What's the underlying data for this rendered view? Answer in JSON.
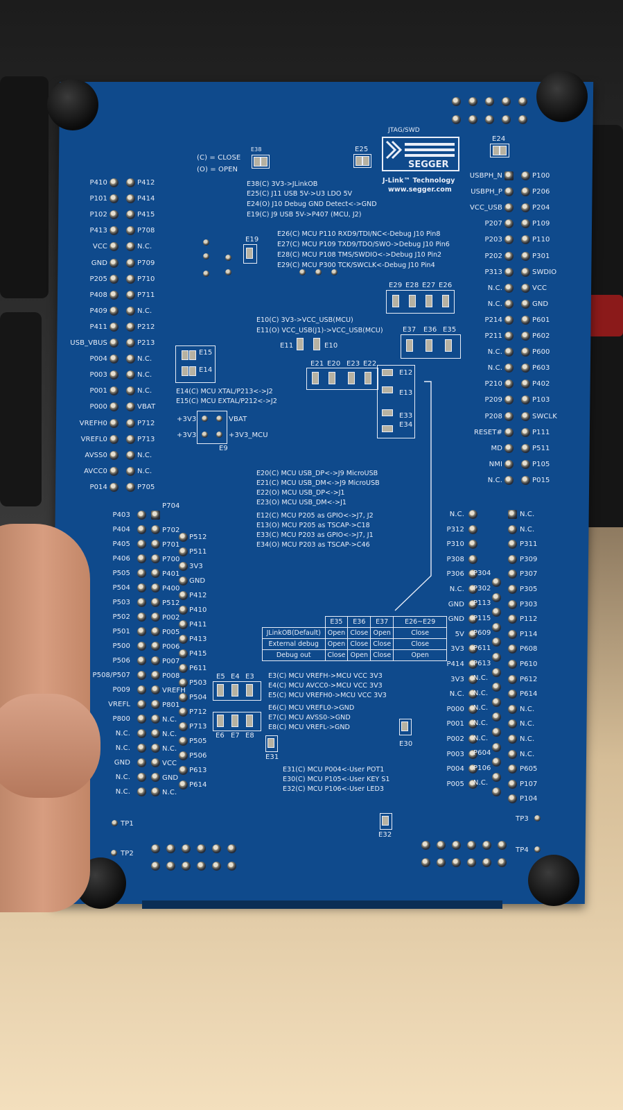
{
  "silkscreen": {
    "legend": [
      "(C) = CLOSE",
      "(O) = OPEN"
    ],
    "jlink_brand": {
      "header": "JTAG/SWD",
      "logo": "SEGGER",
      "tagline": "J-Link™ Technology",
      "url": "www.segger.com"
    },
    "jumper_notes_top": [
      "E38(C)  3V3->JLinkOB",
      "E25(C)  J11 USB 5V->U3 LDO 5V",
      "E24(O)  J10 Debug GND Detect<->GND",
      "E19(C)  J9 USB 5V->P407 (MCU, J2)"
    ],
    "jumper_notes_debug": [
      "E26(C)  MCU P110 RXD9/TDI/NC<-Debug J10 Pin8",
      "E27(C)  MCU P109 TXD9/TDO/SWO->Debug J10 Pin6",
      "E28(C)  MCU P108 TMS/SWDIO<->Debug J10 Pin2",
      "E29(C)  MCU P300 TCK/SWCLK<-Debug J10 Pin4"
    ],
    "jumper_notes_vcc": [
      "E10(C)  3V3->VCC_USB(MCU)",
      "E11(O)  VCC_USB(J1)->VCC_USB(MCU)"
    ],
    "jumper_notes_xtal": [
      "E14(C)  MCU XTAL/P213<->J2",
      "E15(C)  MCU EXTAL/P212<->J2"
    ],
    "jumper_notes_usb": [
      "E20(C)  MCU USB_DP<->J9 MicroUSB",
      "E21(C)  MCU USB_DM<->J9 MicroUSB",
      "E22(O)  MCU USB_DP<->J1",
      "E23(O)  MCU USB_DM<->J1"
    ],
    "jumper_notes_tscap": [
      "E12(C)  MCU P205 as GPIO<->J7, J2",
      "E13(O)  MCU P205 as TSCAP->C18",
      "E33(C)  MCU P203 as GPIO<->J7, J1",
      "E34(O)  MCU P203 as TSCAP->C46"
    ],
    "jumper_notes_analog": [
      "E3(C)  MCU VREFH->MCU VCC 3V3",
      "E4(C)  MCU AVCC0->MCU VCC 3V3",
      "E5(C)  MCU VREFH0->MCU VCC 3V3"
    ],
    "jumper_notes_gnd": [
      "E6(C)  MCU VREFL0->GND",
      "E7(C)  MCU AVSS0->GND",
      "E8(C)  MCU VREFL->GND"
    ],
    "jumper_notes_user": [
      "E31(C)  MCU P004<-User POT1",
      "E30(C)  MCU P105<-User KEY S1",
      "E32(C)  MCU P106<-User LED3"
    ],
    "debug_table": {
      "header": [
        "",
        "E35",
        "E36",
        "E37",
        "E26~E29"
      ],
      "rows": [
        [
          "JLinkOB(Default)",
          "Open",
          "Close",
          "Open",
          "Close"
        ],
        [
          "External debug",
          "Open",
          "Close",
          "Close",
          "Close"
        ],
        [
          "Debug out",
          "Close",
          "Open",
          "Close",
          "Open"
        ]
      ]
    },
    "jumper_labels": {
      "E38": "E38",
      "E25": "E25",
      "E24": "E24",
      "E19": "E19",
      "E29": "E29",
      "E28": "E28",
      "E27": "E27",
      "E26": "E26",
      "E37": "E37",
      "E36": "E36",
      "E35": "E35",
      "E11": "E11",
      "E10": "E10",
      "E15": "E15",
      "E14": "E14",
      "E21": "E21",
      "E20": "E20",
      "E23": "E23",
      "E22": "E22",
      "E12": "E12",
      "E13": "E13",
      "E33": "E33",
      "E34": "E34",
      "E9": "E9",
      "E5": "E5",
      "E4": "E4",
      "E3": "E3",
      "E6": "E6",
      "E7": "E7",
      "E8": "E8",
      "E31": "E31",
      "E30": "E30",
      "E32": "E32"
    },
    "e9_labels": [
      "+3V3",
      "VBAT",
      "+3V3",
      "+3V3_MCU"
    ],
    "test_points": [
      "TP1",
      "TP2",
      "TP3",
      "TP4"
    ],
    "header_j1_left": [
      "P410",
      "P101",
      "P102",
      "P413",
      "VCC",
      "GND",
      "P205",
      "P408",
      "P409",
      "P411",
      "USB_VBUS",
      "P004",
      "P003",
      "P001",
      "P000",
      "VREFH0",
      "VREFL0",
      "AVSS0",
      "AVCC0",
      "P014"
    ],
    "header_j1_right": [
      "P412",
      "P414",
      "P415",
      "P708",
      "N.C.",
      "P709",
      "P710",
      "P711",
      "N.C.",
      "P212",
      "P213",
      "N.C.",
      "N.C.",
      "N.C.",
      "VBAT",
      "P712",
      "P713",
      "N.C.",
      "N.C.",
      "P705"
    ],
    "header_j2_left": [
      "USBPH_N",
      "USBPH_P",
      "VCC_USB",
      "P207",
      "P203",
      "P202",
      "P313",
      "N.C.",
      "N.C.",
      "P214",
      "P211",
      "N.C.",
      "N.C.",
      "P210",
      "P209",
      "P208",
      "RESET#",
      "MD",
      "NMI",
      "N.C."
    ],
    "header_j2_right": [
      "P100",
      "P206",
      "P204",
      "P109",
      "P110",
      "P301",
      "SWDIO",
      "VCC",
      "GND",
      "P601",
      "P602",
      "P600",
      "P603",
      "P402",
      "P103",
      "SWCLK",
      "P111",
      "P511",
      "P105",
      "P015"
    ],
    "header_j3_left": [
      "P403",
      "P404",
      "P405",
      "P406",
      "P505",
      "P504",
      "P503",
      "P502",
      "P501",
      "P500",
      "P506",
      "P508/P507",
      "P009",
      "VREFL",
      "P800",
      "N.C.",
      "N.C.",
      "GND",
      "N.C.",
      "N.C."
    ],
    "header_j3_inner": [
      "P704",
      "P702",
      "P701",
      "P700",
      "P401",
      "P400",
      "P512",
      "P002",
      "P005",
      "P006",
      "P007",
      "P008",
      "VREFH",
      "P801",
      "N.C.",
      "N.C.",
      "N.C.",
      "VCC",
      "GND",
      "N.C."
    ],
    "header_j3_right": [
      "P512",
      "P511",
      "3V3",
      "GND",
      "P412",
      "P410",
      "P411",
      "P413",
      "P415",
      "P611",
      "P503",
      "P504",
      "P712",
      "P713",
      "P505",
      "P506",
      "P613",
      "P614"
    ],
    "header_j4_left": [
      "N.C.",
      "P312",
      "P310",
      "P308",
      "P306",
      "N.C.",
      "GND",
      "GND",
      "5V",
      "3V3",
      "P414",
      "3V3",
      "N.C.",
      "P000",
      "P001",
      "P002",
      "P003",
      "P004",
      "P005"
    ],
    "header_j4_inner": [
      "P304",
      "P302",
      "P113",
      "P115",
      "P609",
      "P611",
      "P613",
      "N.C.",
      "N.C.",
      "N.C.",
      "N.C.",
      "N.C.",
      "P604",
      "P106",
      "N.C."
    ],
    "header_j4_right": [
      "N.C.",
      "N.C.",
      "P311",
      "P309",
      "P307",
      "P305",
      "P303",
      "P112",
      "P114",
      "P608",
      "P610",
      "P612",
      "P614",
      "N.C.",
      "N.C.",
      "N.C.",
      "N.C.",
      "P605",
      "P107",
      "P104"
    ],
    "colors": {
      "pcb": "#0f4a8c",
      "silkscreen": "#e9eef8",
      "background_top": "#1e1e1e",
      "background_bottom": "#f4e2c3"
    }
  }
}
